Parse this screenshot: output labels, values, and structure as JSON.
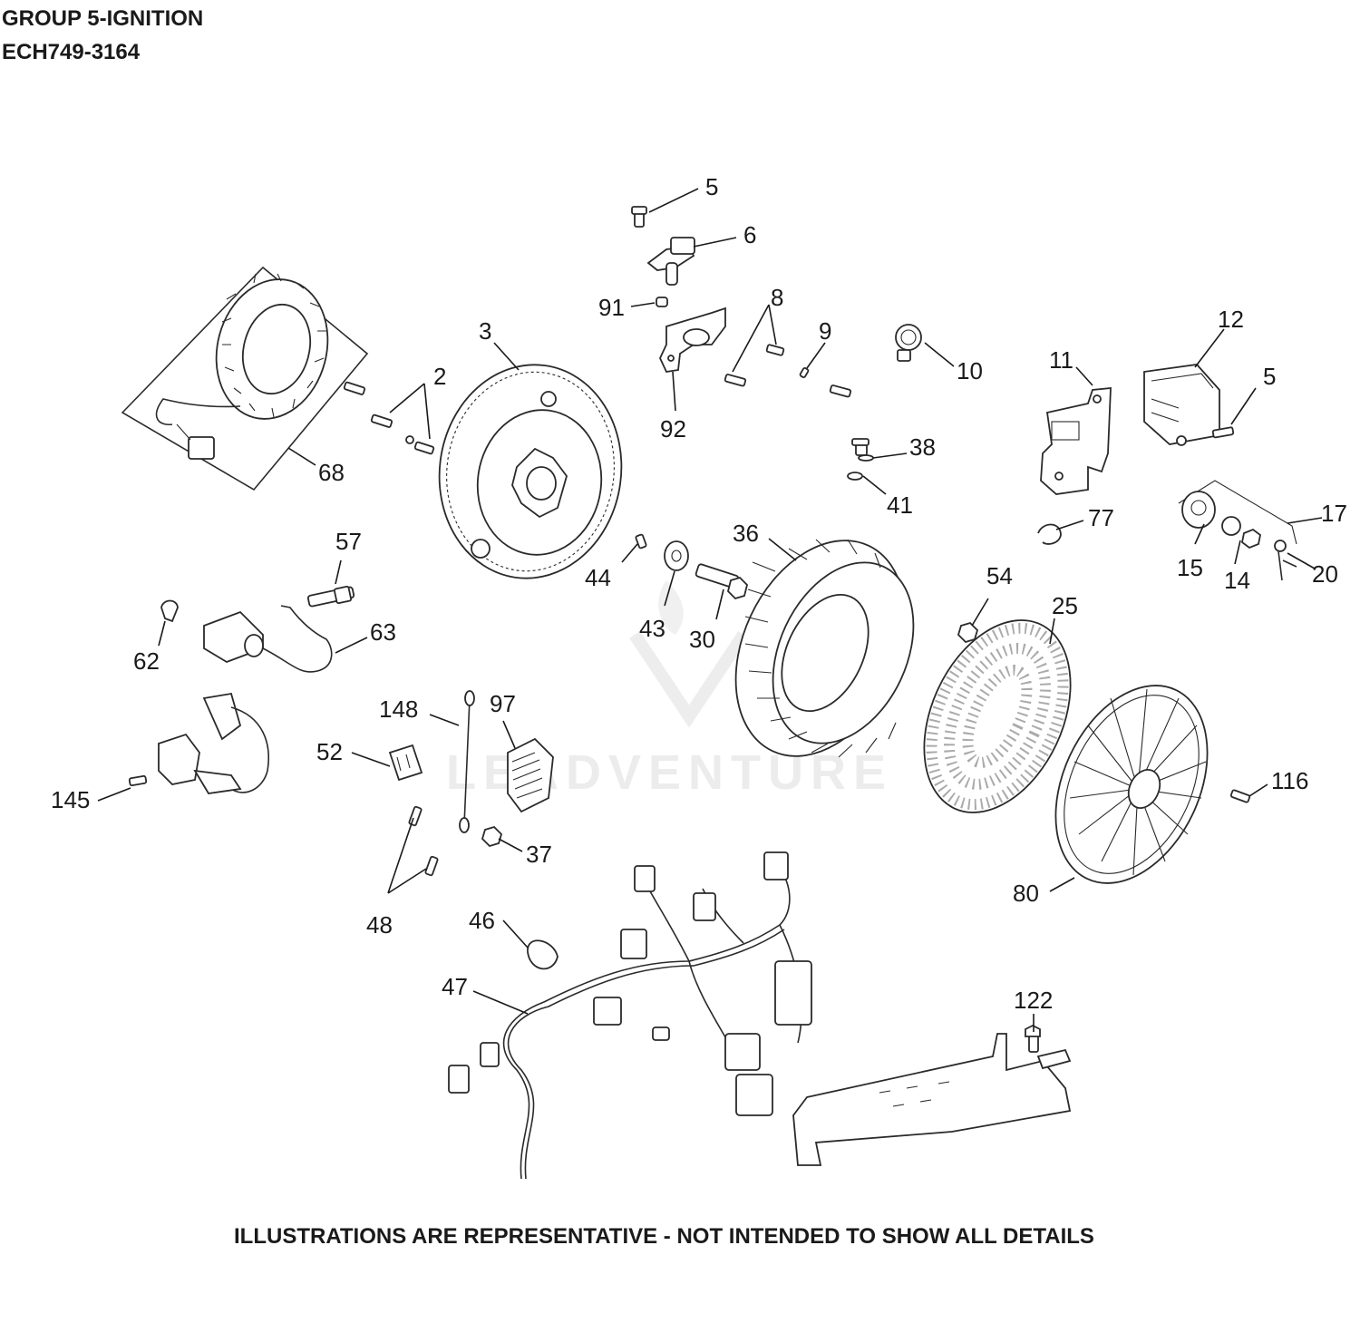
{
  "header": {
    "group_title": "GROUP 5-IGNITION",
    "model_code": "ECH749-3164"
  },
  "footer": {
    "disclaimer": "ILLUSTRATIONS ARE REPRESENTATIVE - NOT INTENDED TO SHOW ALL DETAILS"
  },
  "watermark": {
    "text": "LEADVENTURE"
  },
  "callouts": {
    "c2": "2",
    "c3": "3",
    "c5a": "5",
    "c5b": "5",
    "c6": "6",
    "c8": "8",
    "c9": "9",
    "c10": "10",
    "c11": "11",
    "c12": "12",
    "c14": "14",
    "c15": "15",
    "c17": "17",
    "c20": "20",
    "c25": "25",
    "c30": "30",
    "c36": "36",
    "c37": "37",
    "c38": "38",
    "c41": "41",
    "c43": "43",
    "c44": "44",
    "c46": "46",
    "c47": "47",
    "c48": "48",
    "c52": "52",
    "c54": "54",
    "c57": "57",
    "c62": "62",
    "c63": "63",
    "c68": "68",
    "c77": "77",
    "c80": "80",
    "c91": "91",
    "c92": "92",
    "c97": "97",
    "c116": "116",
    "c122": "122",
    "c145": "145",
    "c148": "148"
  },
  "colors": {
    "ink": "#1a1a1a",
    "line": "#2a2a2a",
    "watermark": "#ececec",
    "background": "#ffffff"
  }
}
